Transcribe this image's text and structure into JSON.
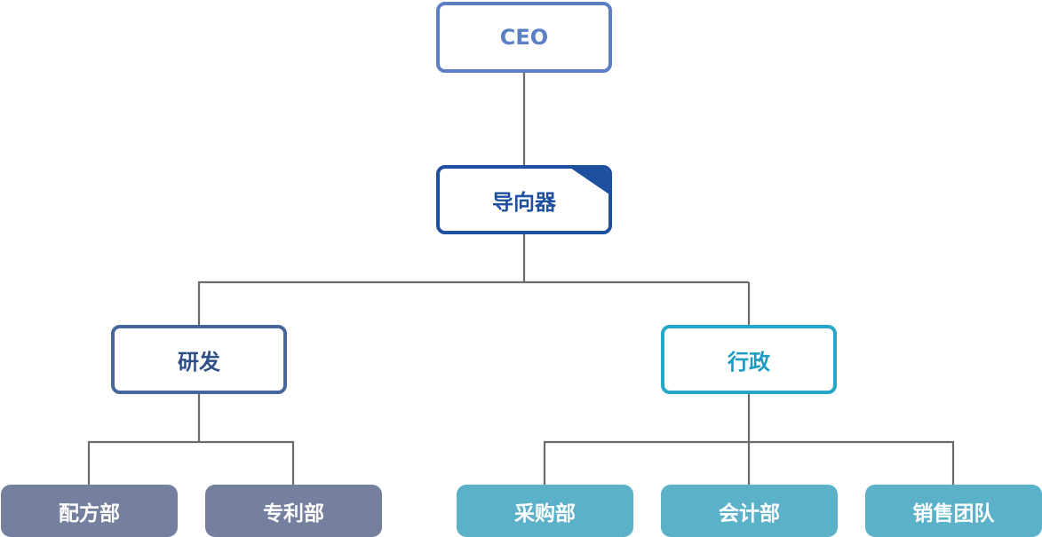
{
  "colors": {
    "connector": "#6b6b6b",
    "ceo": "#5b7fc2",
    "guide": "#1f4f9f",
    "rd": "#46679c",
    "admin": "#27a7c7",
    "leaf_gray": "#74809d",
    "leaf_teal": "#5bb1c8"
  },
  "org": {
    "ceo": "CEO",
    "guide": "导向器",
    "rd": {
      "label": "研发",
      "children": [
        "配方部",
        "专利部"
      ]
    },
    "admin": {
      "label": "行政",
      "children": [
        "采购部",
        "会计部",
        "销售团队"
      ]
    }
  }
}
